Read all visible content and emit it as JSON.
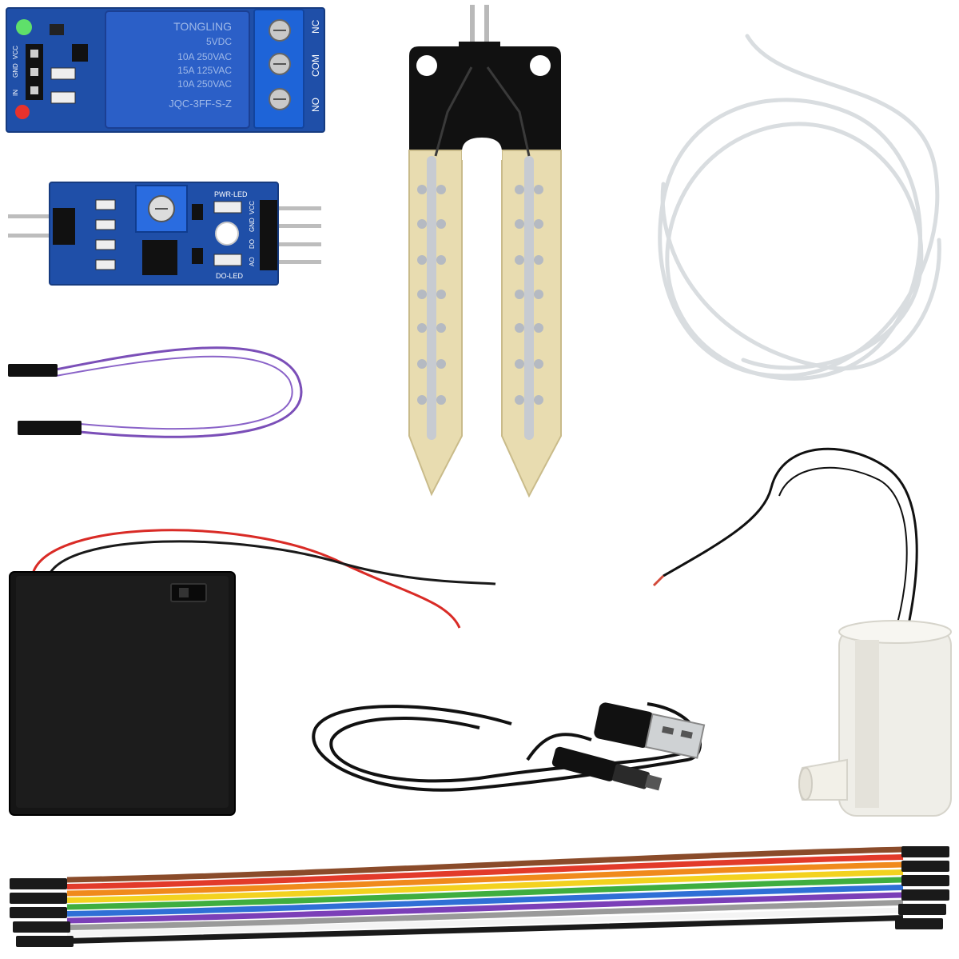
{
  "relay_module": {
    "relay_brand": "TONGLING",
    "relay_voltage": "5VDC",
    "relay_rating_1": "10A 250VAC",
    "relay_rating_2": "15A 125VAC",
    "relay_rating_3": "10A 250VAC",
    "relay_model": "JQC-3FF-S-Z",
    "terminal_labels": [
      "NO",
      "COM",
      "NC"
    ],
    "pin_labels": [
      "VCC",
      "GND",
      "IN"
    ]
  },
  "moisture_module": {
    "pwr_label": "PWR-LED",
    "do_label": "DO-LED",
    "pin_labels": [
      "VCC",
      "GND",
      "DO",
      "AO"
    ]
  },
  "colors": {
    "pcb_blue": "#1f4fa8",
    "relay_blue": "#2b5fc7",
    "probe_tan": "#e8dcb0",
    "battery_black": "#151515",
    "ribbon": [
      "#8a4b2a",
      "#e23a2a",
      "#f08a1c",
      "#f3d21f",
      "#3fae3f",
      "#2f6fd6",
      "#7b3fb8",
      "#9a9a9a",
      "#ffffff",
      "#1a1a1a"
    ]
  }
}
